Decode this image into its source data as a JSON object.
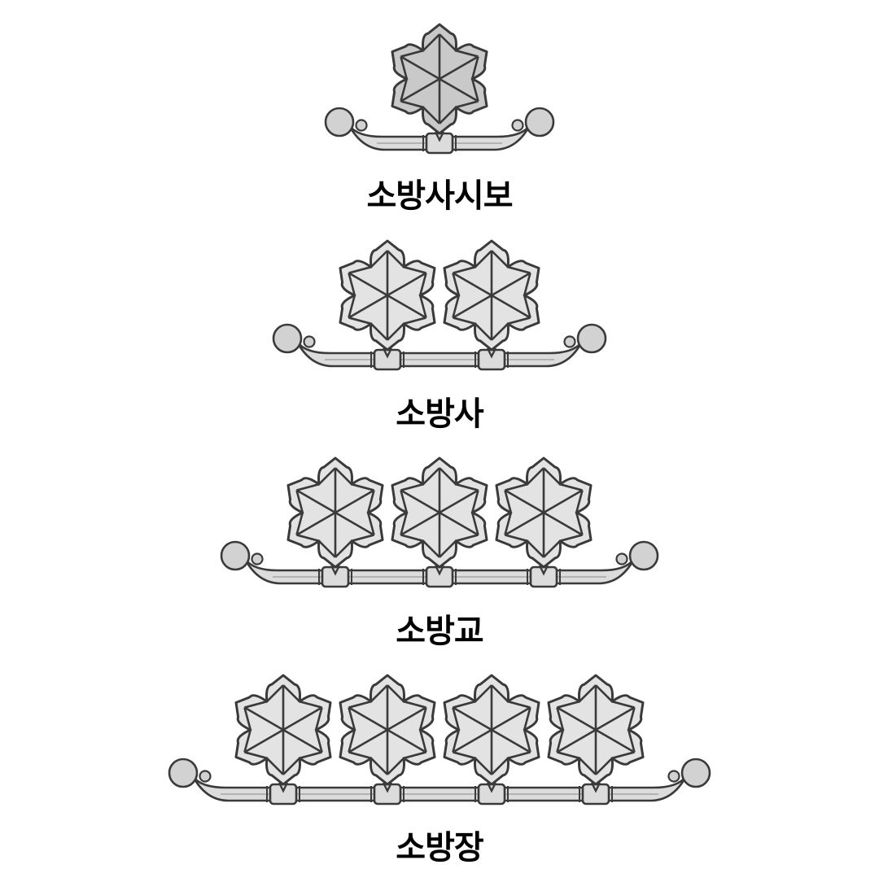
{
  "ranks": [
    {
      "name": "소방사시보",
      "emblem_count": 1,
      "emblem_fill": "#c9c9c9"
    },
    {
      "name": "소방사",
      "emblem_count": 2,
      "emblem_fill": "#e3e3e3"
    },
    {
      "name": "소방교",
      "emblem_count": 3,
      "emblem_fill": "#e3e3e3"
    },
    {
      "name": "소방장",
      "emblem_count": 4,
      "emblem_fill": "#e3e3e3"
    }
  ],
  "colors": {
    "background": "#ffffff",
    "outline": "#3a3a3a",
    "bar_fill": "#dcdcdc",
    "scroll_fill": "#d2d2d2",
    "label_text": "#000000"
  },
  "icons": {
    "emblem": "hexagonal-snowflake-emblem-icon",
    "bar": "insignia-bar-icon"
  }
}
